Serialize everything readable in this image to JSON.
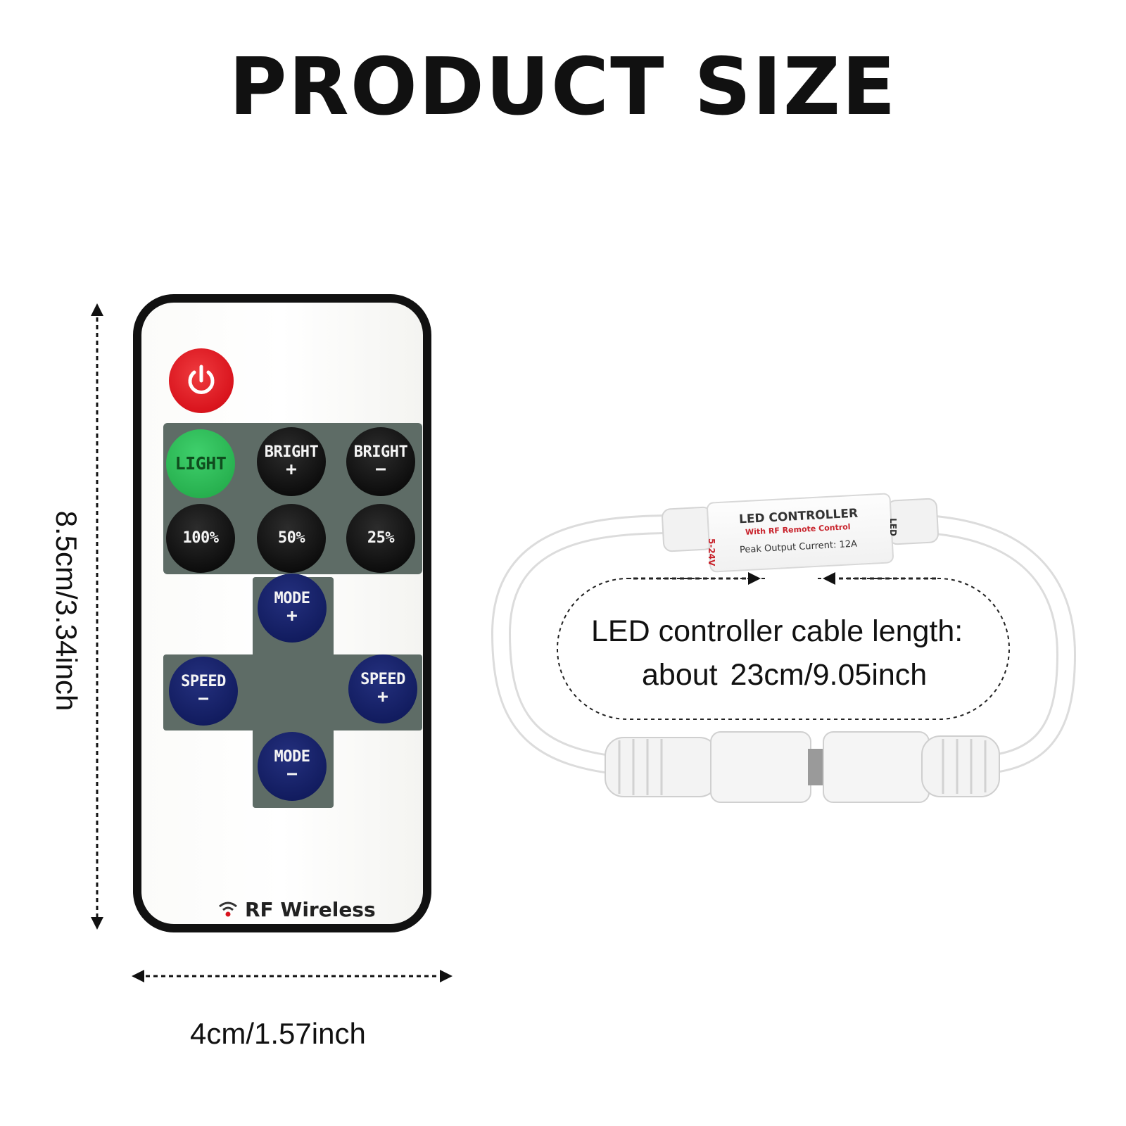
{
  "title": "PRODUCT SIZE",
  "remote": {
    "buttons_row1": [
      {
        "line1": "LIGHT",
        "line2": "",
        "color": "green"
      },
      {
        "line1": "BRIGHT",
        "line2": "+",
        "color": "black"
      },
      {
        "line1": "BRIGHT",
        "line2": "−",
        "color": "black"
      }
    ],
    "buttons_row2": [
      {
        "line1": "100%",
        "line2": "",
        "color": "black"
      },
      {
        "line1": "50%",
        "line2": "",
        "color": "black"
      },
      {
        "line1": "25%",
        "line2": "",
        "color": "black"
      }
    ],
    "mode_plus": {
      "line1": "MODE",
      "line2": "+"
    },
    "speed_minus": {
      "line1": "SPEED",
      "line2": "−"
    },
    "speed_plus": {
      "line1": "SPEED",
      "line2": "+"
    },
    "mode_minus": {
      "line1": "MODE",
      "line2": "−"
    },
    "footer_label": "RF Wireless",
    "colors": {
      "power": "#d9141d",
      "panel": "#5e6c66",
      "green": "#25ad4c",
      "blue": "#101a5c"
    }
  },
  "dimensions": {
    "height": "8.5cm/3.34inch",
    "width": "4cm/1.57inch"
  },
  "controller": {
    "title": "LED CONTROLLER",
    "subtitle": "With RF Remote Control",
    "peak": "Peak Output Current: 12A",
    "input": "5-24V",
    "output": "LED"
  },
  "cable": {
    "line1": "LED controller cable length:",
    "line2": "about  23cm/9.05inch"
  }
}
